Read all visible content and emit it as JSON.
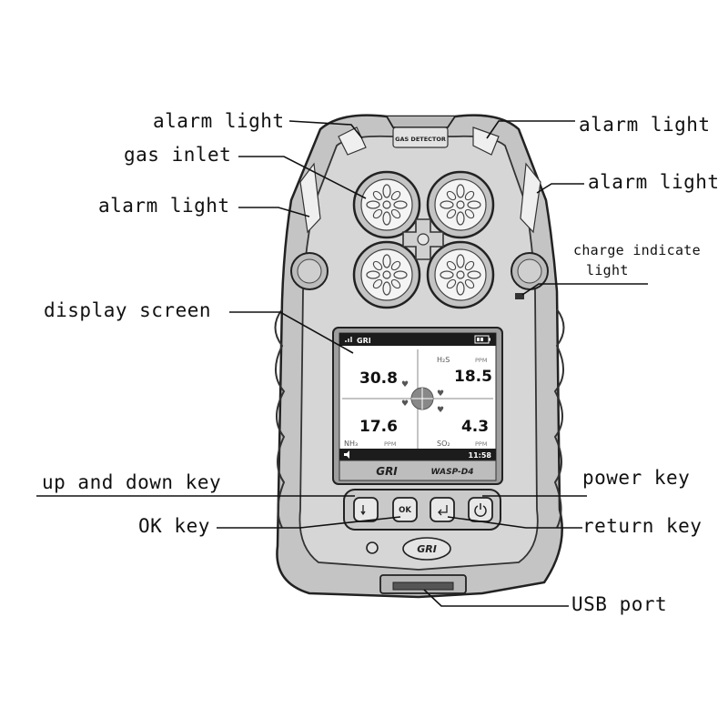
{
  "labels": {
    "alarm_light_top_left": "alarm light",
    "alarm_light_top_right": "alarm light",
    "gas_inlet": "gas inlet",
    "alarm_light_left": "alarm light",
    "alarm_light_right": "alarm light",
    "charge_indicate_light_1": "charge indicate",
    "charge_indicate_light_2": "light",
    "display_screen": "display screen",
    "up_and_down_key": "up and down key",
    "power_key": "power key",
    "ok_key": "OK key",
    "return_key": "return key",
    "usb_port": "USB port"
  },
  "device": {
    "top_badge": "GAS DETECTOR",
    "brand_bar": "GRI",
    "model_bar": "WASP-D4",
    "bottom_logo": "GRI",
    "ok_button_glyph": "OK"
  },
  "screen": {
    "status_brand": "GRI",
    "readings": [
      {
        "value": "30.8",
        "gas": "",
        "unit": ""
      },
      {
        "value": "18.5",
        "gas": "H₂S",
        "unit": "PPM"
      },
      {
        "value": "17.6",
        "gas": "NH₃",
        "unit": "PPM"
      },
      {
        "value": "4.3",
        "gas": "SO₂",
        "unit": "PPM"
      }
    ],
    "time": "11:58"
  },
  "icons": {
    "sensor": "sensor-grille-icon",
    "crosshair": "crosshair-icon",
    "updown": "up-down-arrow-icon",
    "ret": "return-arrow-icon",
    "power": "power-icon",
    "battery": "battery-icon",
    "speaker": "speaker-icon",
    "heart": "heart-icon",
    "signal": "signal-icon"
  },
  "colors": {
    "body_fill": "#d0d0d0",
    "body_outline": "#222222",
    "screen_bg": "#ffffff",
    "screen_bar": "#1c1c1c",
    "brand_bar": "#bdbdbd"
  }
}
